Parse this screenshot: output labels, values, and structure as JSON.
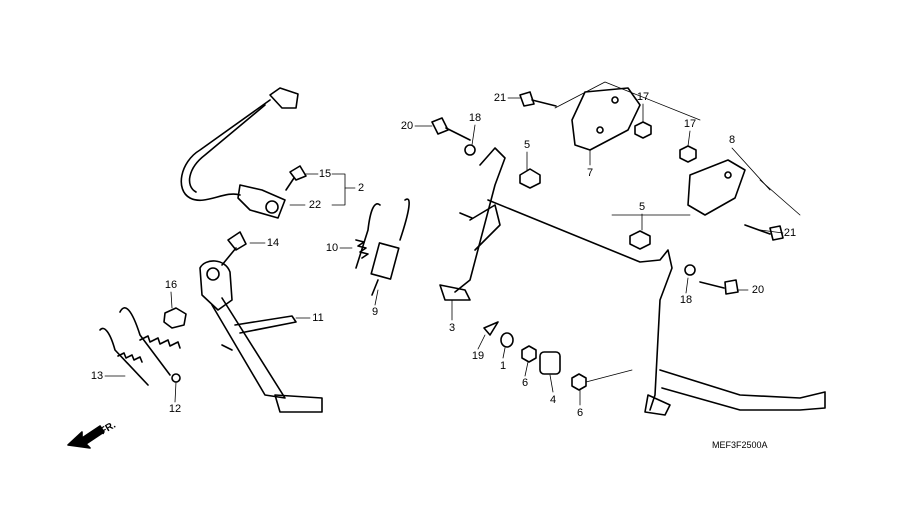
{
  "diagram": {
    "code": "MEF3F2500A",
    "direction_label": "FR.",
    "callouts": [
      "21",
      "18",
      "17",
      "20",
      "5",
      "7",
      "8",
      "17",
      "15",
      "2",
      "22",
      "5",
      "21",
      "10",
      "14",
      "20",
      "18",
      "16",
      "11",
      "9",
      "3",
      "19",
      "1",
      "6",
      "4",
      "6",
      "13",
      "12"
    ]
  }
}
